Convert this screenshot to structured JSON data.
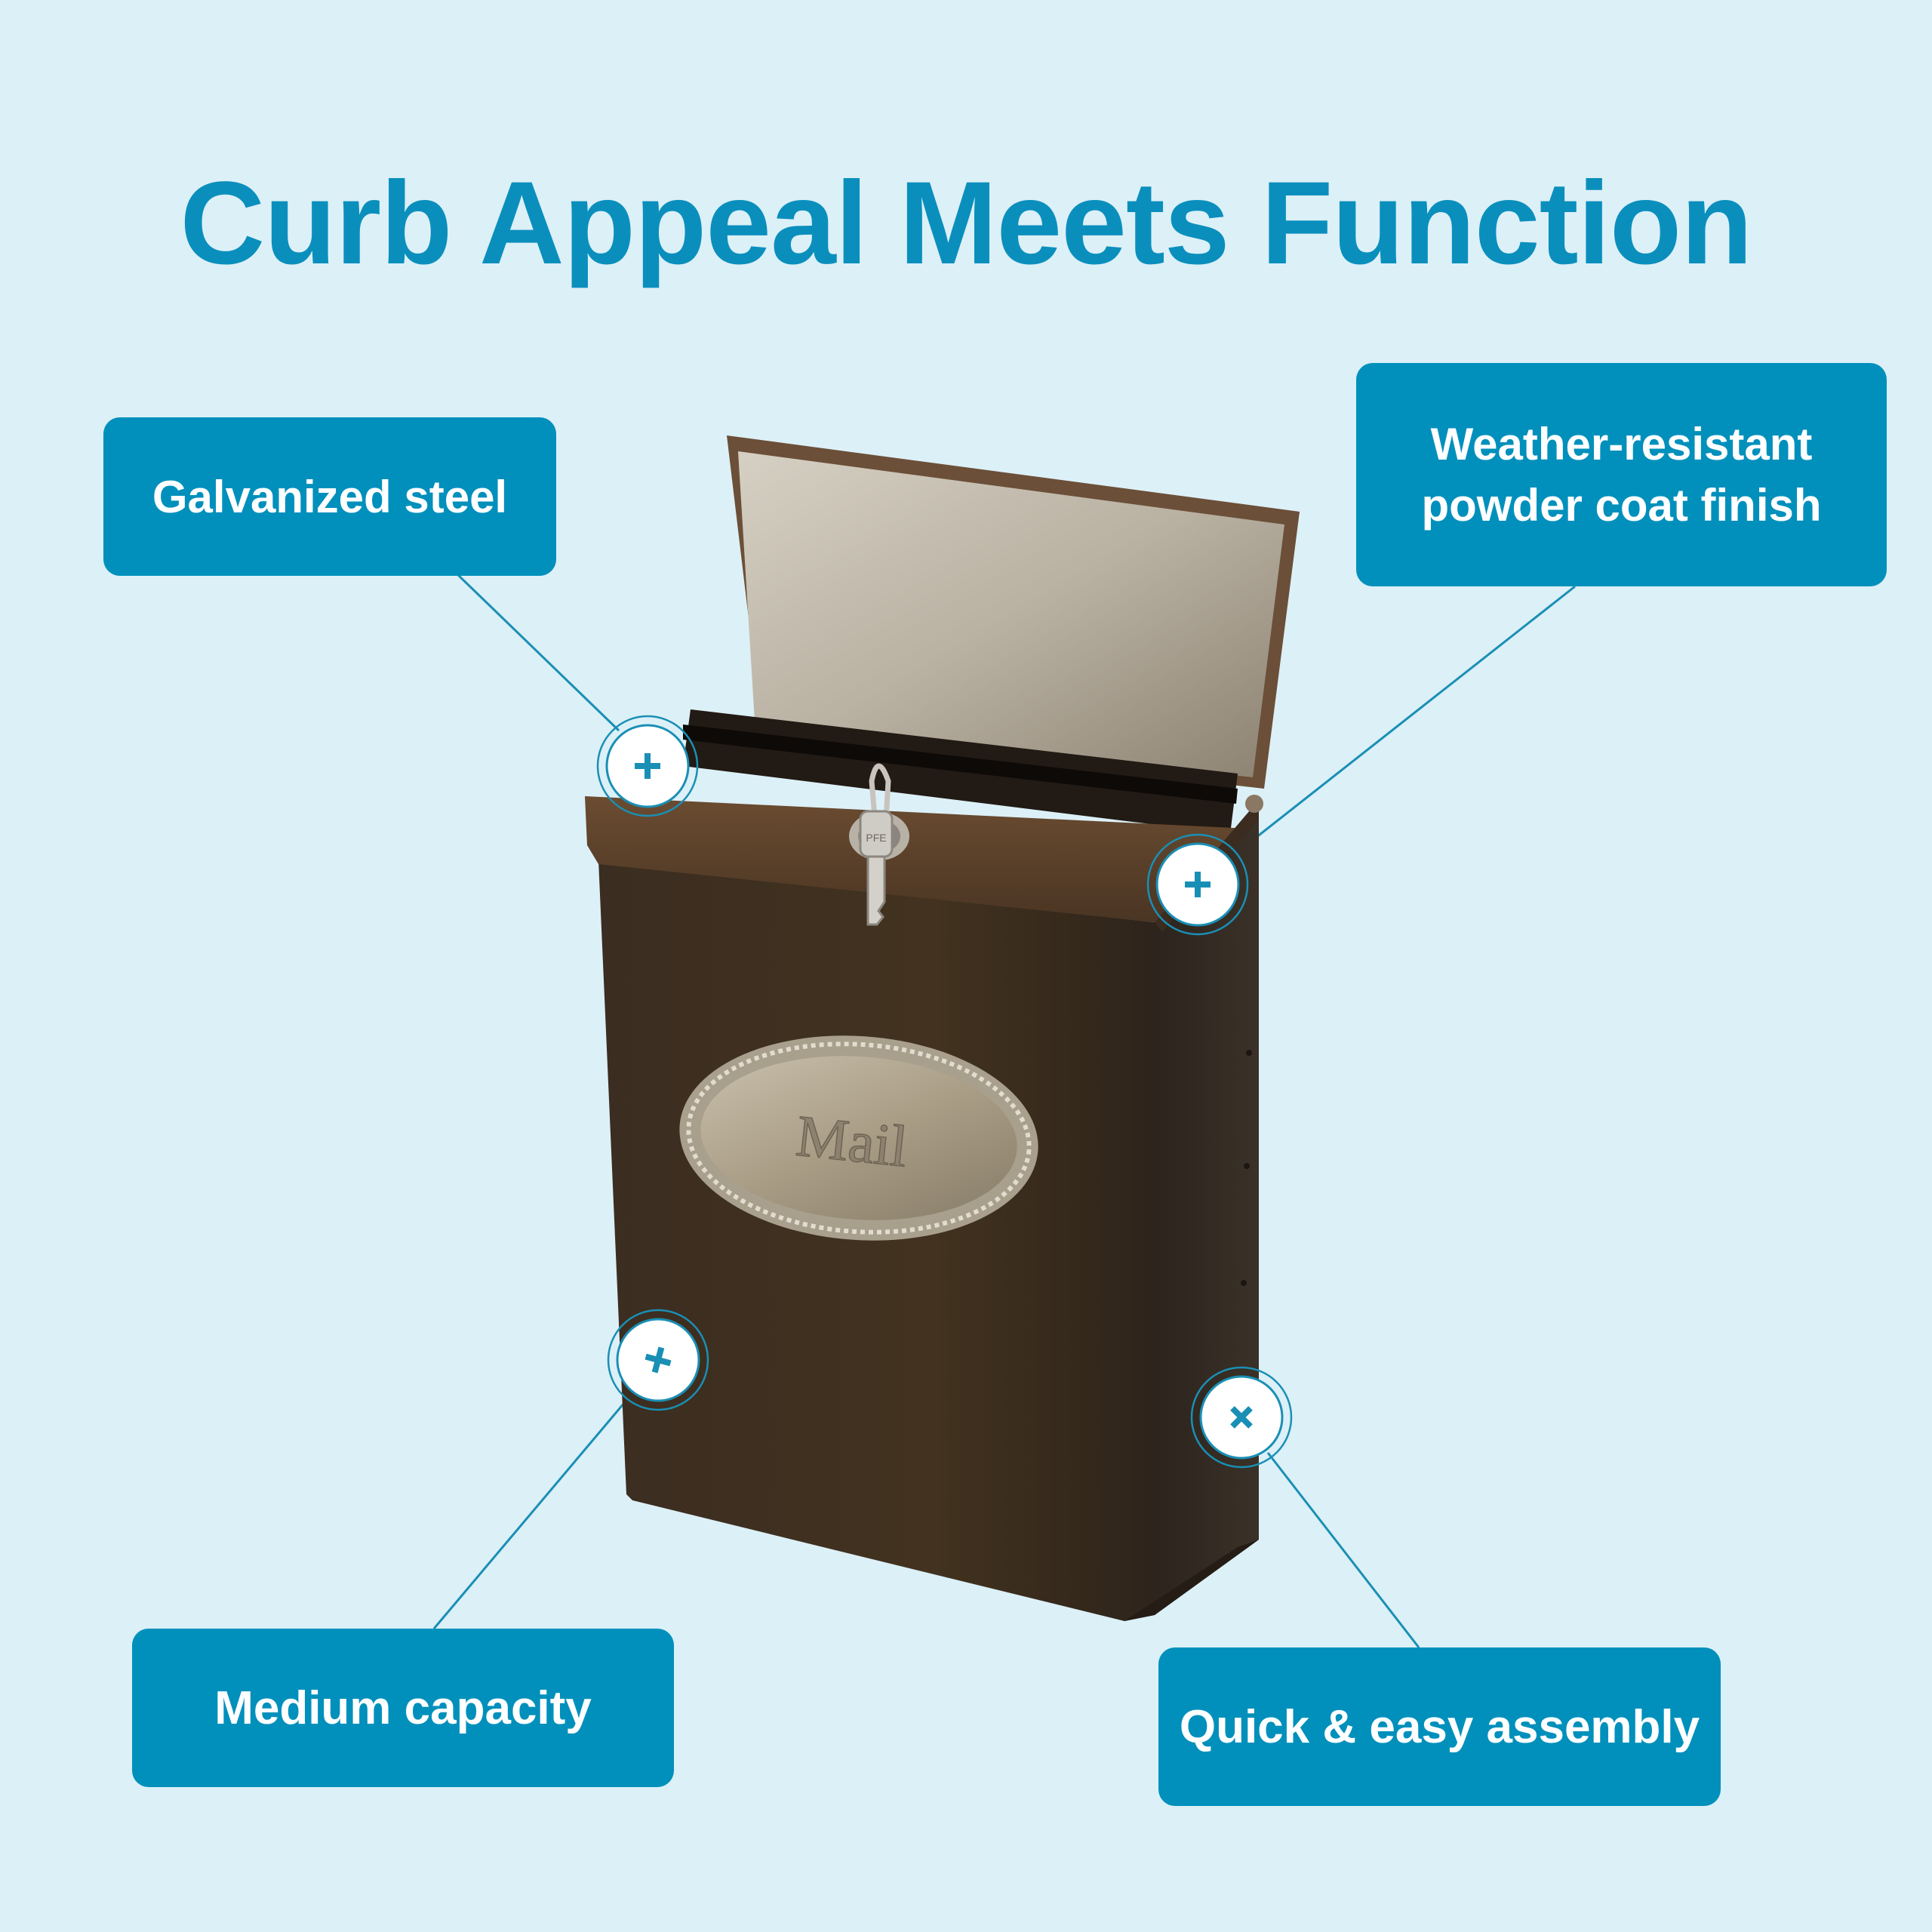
{
  "title": "Curb Appeal Meets Function",
  "callouts": {
    "galvanized": "Galvanized steel",
    "weather_line1": "Weather-resistant",
    "weather_line2": "powder coat finish",
    "medium": "Medium capacity",
    "quick": "Quick & easy assembly"
  },
  "product": {
    "plaque_text": "Mail",
    "key_text": "PFE"
  },
  "colors": {
    "background": "#dcf0f7",
    "accent": "#0190bc",
    "title": "#0a8fbd",
    "mailbox_body": "#3a2c20",
    "mailbox_lid": "#5a4330"
  },
  "icons": {
    "hotspot": "plus-icon"
  }
}
